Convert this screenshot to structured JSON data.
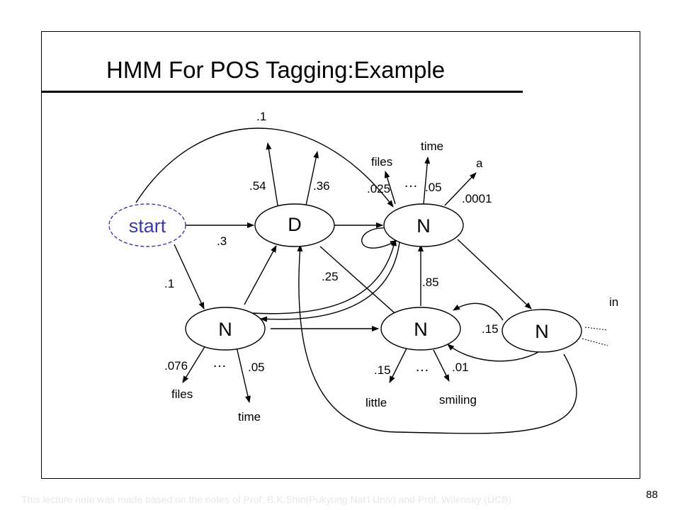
{
  "slide": {
    "title": "HMM For POS Tagging:Example",
    "page_number": "88",
    "footer_note": "This lecture note was made based on the notes of Prof. B.K.Shin(Pukyung Nat'l Univ) and Prof. Wilensky (UCB)"
  },
  "nodes": {
    "start": "start",
    "d": "D",
    "n_top": "N",
    "n_left": "N",
    "n_mid": "N",
    "n_right": "N"
  },
  "transition_probs": {
    "start_to_n_top": ".1",
    "start_to_d": ".3",
    "start_to_n_left": ".1",
    "d_to_n_mid": ".25",
    "n_mid_to_n_top": ".85",
    "n_right_to_n_mid": ".15"
  },
  "emission_probs": {
    "d_left": ".54",
    "d_right": ".36",
    "n_top_files": ".025",
    "n_top_time": ".05",
    "n_top_a": ".0001",
    "n_left_files": ".076",
    "n_left_time": ".05",
    "n_mid_little": ".15",
    "n_mid_smiling": ".01"
  },
  "emission_words": {
    "n_top_files": "files",
    "n_top_time": "time",
    "n_top_a": "a",
    "n_left_files": "files",
    "n_left_time": "time",
    "n_mid_little": "little",
    "n_mid_smiling": "smiling",
    "n_right_in": "in"
  },
  "ellipsis": "…",
  "colors": {
    "start_node": "#3a3aa8",
    "ellipse_fill": "#ffffff",
    "line": "#000000"
  }
}
